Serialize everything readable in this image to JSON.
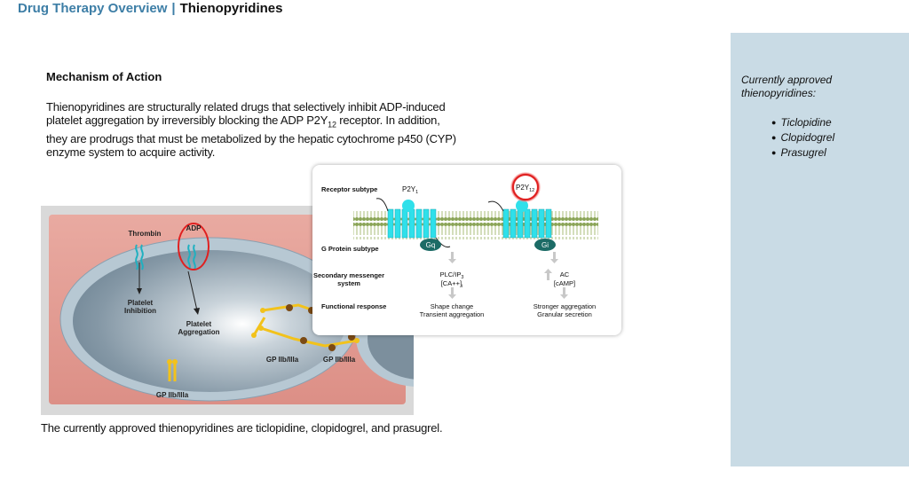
{
  "header": {
    "breadcrumb": "Drug Therapy Overview",
    "separator": "|",
    "current": "Thienopyridines"
  },
  "section_title": "Mechanism of Action",
  "intro": {
    "text_before": "Thienopyridines are structurally related drugs that selectively inhibit ADP-induced platelet aggregation by irreversibly blocking the ADP P2Y",
    "subscript": "12",
    "text_after": " receptor. In addition, they are prodrugs that must be metabolized by the hepatic cytochrome p450 (CYP) enzyme system to acquire activity."
  },
  "footer_text": "The currently approved thienopyridines are ticlopidine, clopidogrel, and prasugrel.",
  "sidebar": {
    "title": "Currently approved thienopyridines:",
    "items": [
      "Ticlopidine",
      "Clopidogrel",
      "Prasugrel"
    ]
  },
  "cell_figure": {
    "thrombin": "Thrombin",
    "adp": "ADP",
    "platelet_inhibition_1": "Platelet",
    "platelet_inhibition_2": "Inhibition",
    "platelet_aggregation_1": "Platelet",
    "platelet_aggregation_2": "Aggregation",
    "gp_1": "GP IIb/IIIa",
    "gp_2": "GP IIb/IIIa",
    "gp_3": "GP IIb/IIIa"
  },
  "receptor_panel": {
    "receptor_subtype": "Receptor subtype",
    "p2y1": "P2Y",
    "p2y1_sub": "1",
    "p2y12": "P2Y",
    "p2y12_sub": "12",
    "g_protein_subtype": "G Protein subtype",
    "gq": "Gq",
    "gi": "Gi",
    "secondary_messenger_1": "Secondary messenger",
    "secondary_messenger_2": "system",
    "plc_ip": "PLC/IP",
    "plc_ip_sub": "3",
    "ca": "[CA++]",
    "ca_sub": "i",
    "ac": "AC",
    "camp": "[cAMP]",
    "functional_response": "Functional response",
    "shape_change": "Shape change",
    "transient_aggregation": "Transient aggregation",
    "stronger_aggregation": "Stronger aggregation",
    "granular_secretion": "Granular secretion"
  },
  "colors": {
    "header_blue": "#3d7ea6",
    "sidebar_bg": "#c9dbe5",
    "receptor_cyan": "#2fe0ea",
    "membrane_green": "#7f9a48",
    "gprotein_teal": "#1c6b66",
    "highlight_red": "#e02020",
    "cell_pink": "#e7a49c",
    "gp_yellow": "#f2c21b"
  }
}
